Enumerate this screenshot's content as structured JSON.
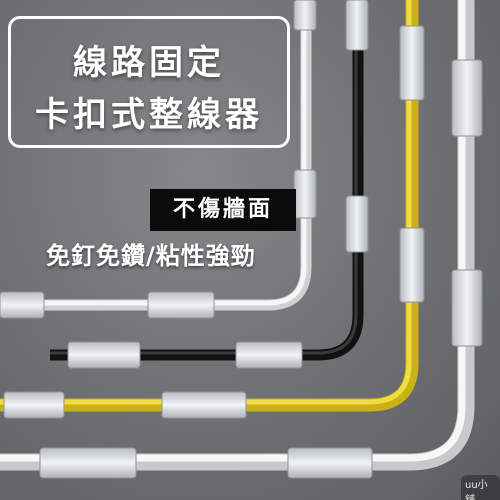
{
  "headline": {
    "line1": "線路固定",
    "line2": "卡扣式整線器"
  },
  "tag": "不傷牆面",
  "subtitle": "免釘免鑽/粘性強勁",
  "watermark": "uu小舖",
  "colors": {
    "background": "#727376",
    "cable_white": "#eeeeee",
    "cable_black": "#1a1a1a",
    "cable_yellow": "#e2cb2a",
    "clip": "#d7dbdf"
  }
}
